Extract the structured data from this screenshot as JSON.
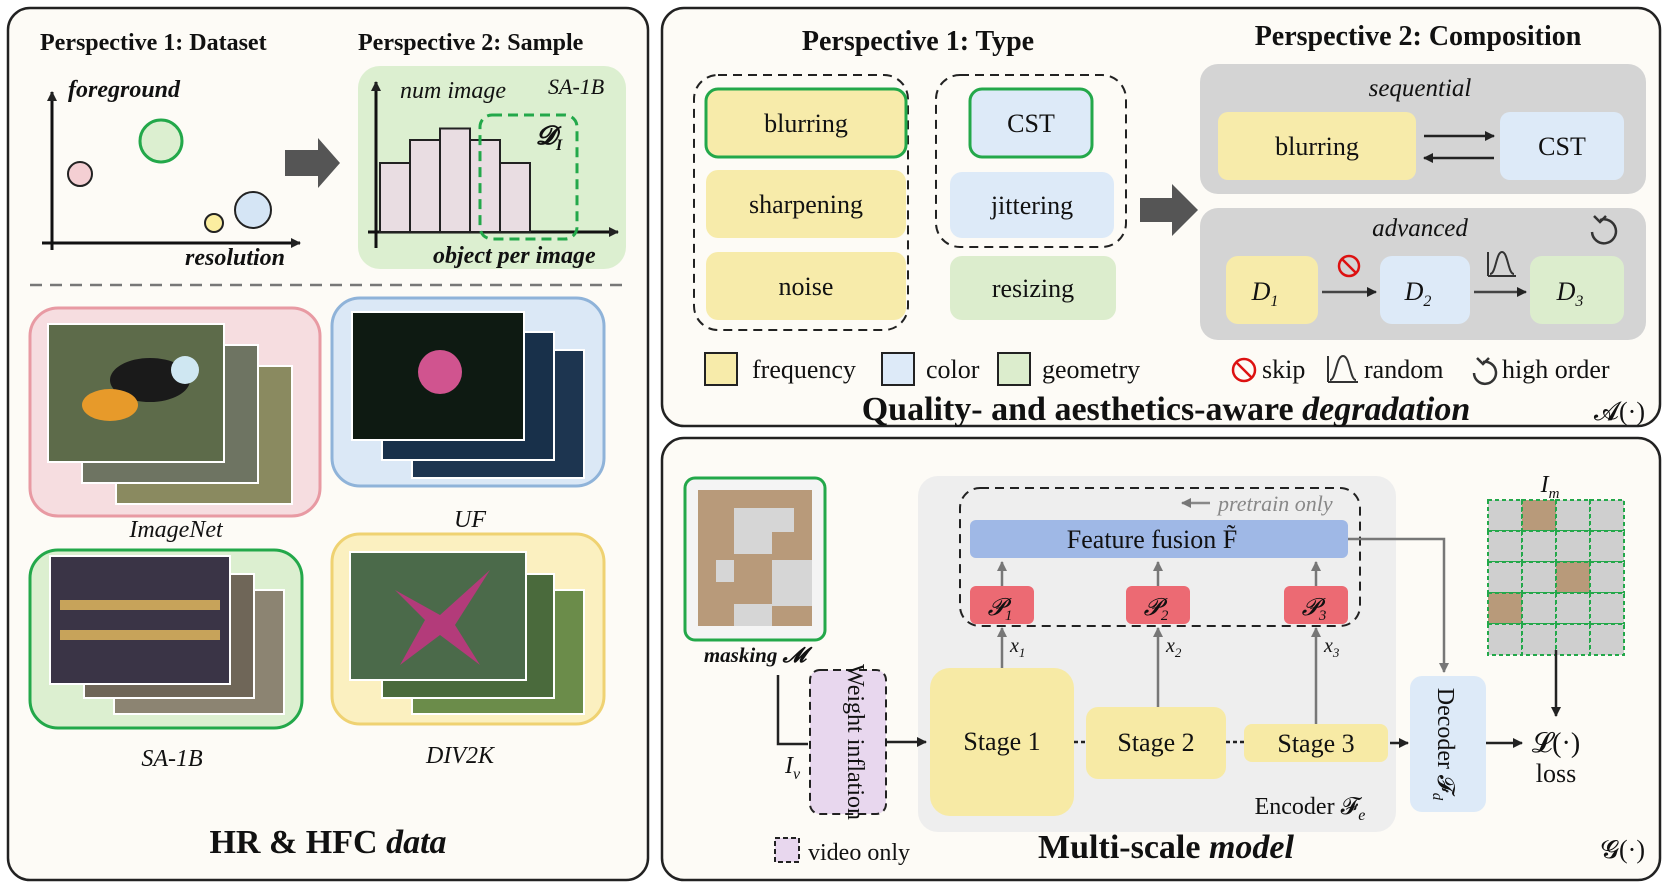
{
  "left_panel": {
    "p1_title": "Perspective 1: Dataset",
    "p2_title": "Perspective 2: Sample",
    "y_axis": "foreground",
    "x_axis": "resolution",
    "hist_y": "num image",
    "hist_dataset": "SA-1B",
    "hist_x": "object per image",
    "hist_symbol": "𝓓",
    "hist_symbol_sub": "I",
    "hist_values": [
      3,
      4,
      4.5,
      4,
      3
    ],
    "datasets": [
      {
        "label": "ImageNet",
        "color": "#f4cfd3"
      },
      {
        "label": "UF",
        "color": "#d5e5f5"
      },
      {
        "label": "SA-1B",
        "color": "#dcefd0"
      },
      {
        "label": "DIV2K",
        "color": "#fbf0c0"
      }
    ],
    "footer_bold": "HR & HFC",
    "footer_italic": "data"
  },
  "degradation_panel": {
    "p1_title": "Perspective 1: Type",
    "p2_title": "Perspective 2: Composition",
    "types": {
      "blurring": "blurring",
      "sharpening": "sharpening",
      "noise": "noise",
      "cst": "CST",
      "jittering": "jittering",
      "resizing": "resizing"
    },
    "legend": {
      "frequency": "frequency",
      "color": "color",
      "geometry": "geometry",
      "skip": "skip",
      "random": "random",
      "high_order": "high order"
    },
    "sequential": {
      "title": "sequential",
      "left": "blurring",
      "right": "CST"
    },
    "advanced": {
      "title": "advanced",
      "d1": "D",
      "d2": "D",
      "d3": "D",
      "s1": "1",
      "s2": "2",
      "s3": "3"
    },
    "footer_bold": "Quality- and aesthetics-aware ",
    "footer_italic": "degradation",
    "corner": "𝓐(·)",
    "colors": {
      "frequency": "#f7ebaa",
      "color": "#ddeaf8",
      "geometry": "#dcedcd",
      "highlight": "#23a84a"
    }
  },
  "model_panel": {
    "masking": "masking 𝓜",
    "iv": "I",
    "iv_sub": "v",
    "weight_inflation": "Weight inflation",
    "stage1": "Stage 1",
    "stage2": "Stage 2",
    "stage3": "Stage 3",
    "encoder": "Encoder 𝓕",
    "encoder_sub": "e",
    "pretrain_only": "pretrain only",
    "feature_fusion": "Feature fusion F̃",
    "p1": "𝓟",
    "p2": "𝓟",
    "p3": "𝓟",
    "ps1": "1",
    "ps2": "2",
    "ps3": "3",
    "x1": "x",
    "x2": "x",
    "x3": "x",
    "xs1": "1",
    "xs2": "2",
    "xs3": "3",
    "decoder": "Decoder 𝓕",
    "decoder_sub": "d",
    "im": "I",
    "im_sub": "m",
    "loss_symbol": "𝓛(·)",
    "loss": "loss",
    "video_only": "video only",
    "footer_bold": "Multi-scale ",
    "footer_italic": "model",
    "corner": "𝓖(·)"
  }
}
